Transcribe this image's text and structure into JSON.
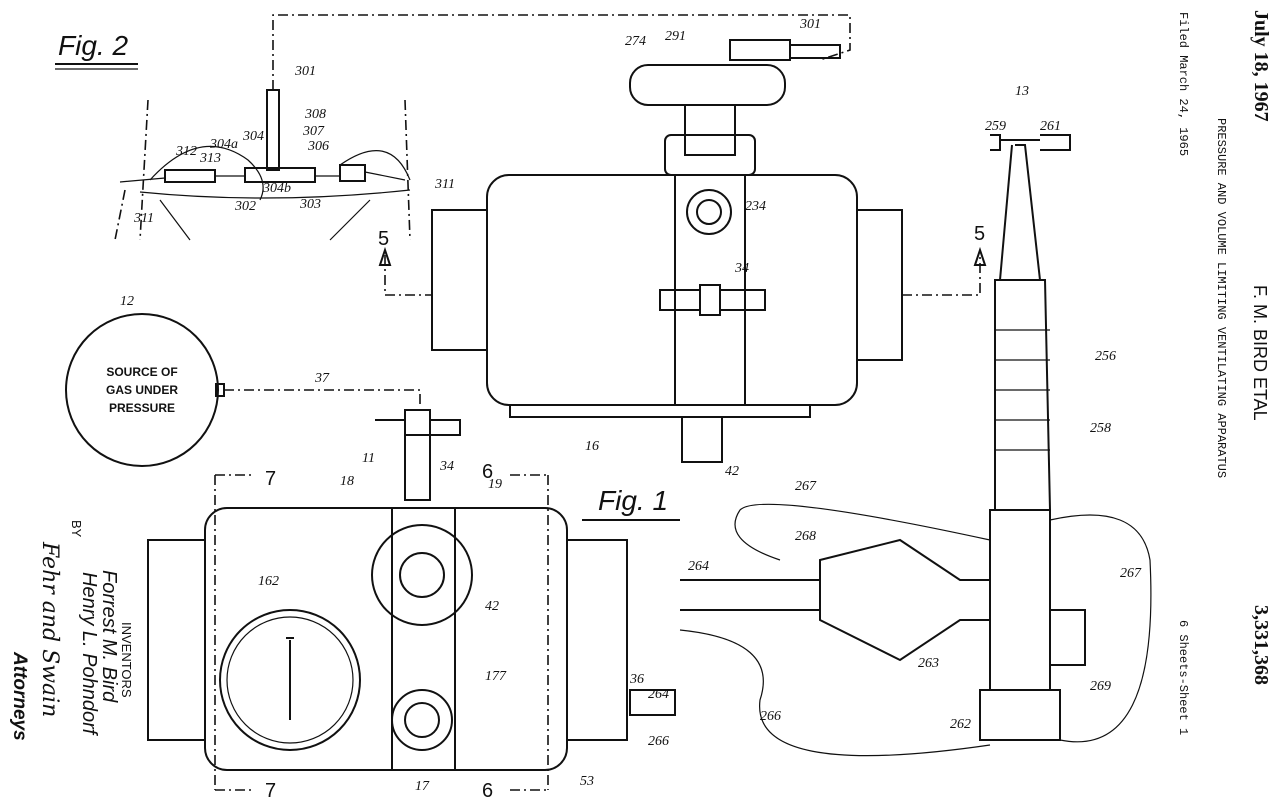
{
  "header": {
    "date": "July 18, 1967",
    "filed": "Filed March 24, 1965",
    "inventor_short": "F. M. BIRD ETAL",
    "title": "PRESSURE AND VOLUME LIMITING VENTILATING APPARATUS",
    "patent_number": "3,331,368",
    "sheets": "6 Sheets-Sheet 1"
  },
  "inventors": {
    "heading": "INVENTORS",
    "name1": "Forrest M. Bird",
    "name2": "Henry L. Pohndorf",
    "by": "BY",
    "signature": "Fehr and Swain",
    "attorneys": "Attorneys"
  },
  "figures": {
    "fig1": "Fig. 1",
    "fig2": "Fig. 2"
  },
  "source_box": {
    "line1": "SOURCE OF",
    "line2": "GAS UNDER",
    "line3": "PRESSURE"
  },
  "refs": {
    "r301a": "301",
    "r301b": "301",
    "r304": "304",
    "r308": "308",
    "r307": "307",
    "r306": "306",
    "r304a": "304a",
    "r312": "312",
    "r313": "313",
    "r311a": "311",
    "r311b": "311",
    "r302": "302",
    "r304b": "304b",
    "r303": "303",
    "r274": "274",
    "r291": "291",
    "r13": "13",
    "r259": "259",
    "r261": "261",
    "r234": "234",
    "r34a": "34",
    "r34b": "34",
    "r5a": "5",
    "r5b": "5",
    "r12": "12",
    "r37": "37",
    "r11": "11",
    "r16": "16",
    "r18": "18",
    "r19": "19",
    "r6a": "6",
    "r6b": "6",
    "r7a": "7",
    "r7b": "7",
    "r42a": "42",
    "r42b": "42",
    "r256": "256",
    "r258": "258",
    "r267a": "267",
    "r267b": "267",
    "r268": "268",
    "r264a": "264",
    "r264b": "264",
    "r263": "263",
    "r262": "262",
    "r269": "269",
    "r266a": "266",
    "r266b": "266",
    "r162": "162",
    "r177": "177",
    "r36": "36",
    "r53": "53",
    "r17": "17"
  }
}
